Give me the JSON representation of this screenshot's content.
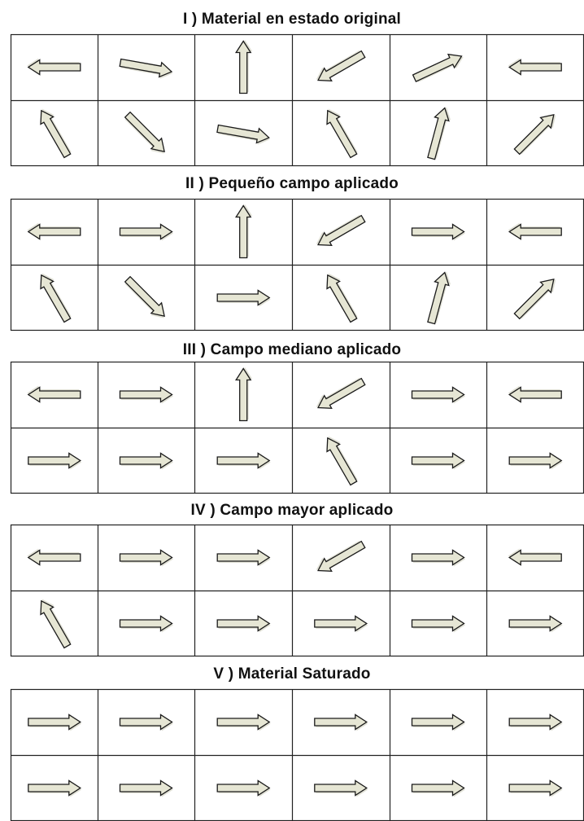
{
  "panels": [
    {
      "title": "I ) Material en estado original",
      "rows": [
        [
          180,
          10,
          270,
          150,
          335,
          180
        ],
        [
          240,
          45,
          10,
          240,
          285,
          315
        ]
      ]
    },
    {
      "title": "II ) Pequeño campo aplicado",
      "rows": [
        [
          180,
          0,
          270,
          150,
          0,
          180
        ],
        [
          240,
          45,
          0,
          240,
          285,
          315
        ]
      ]
    },
    {
      "title": "III ) Campo mediano aplicado",
      "rows": [
        [
          180,
          0,
          270,
          150,
          0,
          180
        ],
        [
          0,
          0,
          0,
          240,
          0,
          0
        ]
      ]
    },
    {
      "title": "IV ) Campo mayor aplicado",
      "rows": [
        [
          180,
          0,
          0,
          150,
          0,
          180
        ],
        [
          240,
          0,
          0,
          0,
          0,
          0
        ]
      ]
    },
    {
      "title": "V ) Material Saturado",
      "rows": [
        [
          0,
          0,
          0,
          0,
          0,
          0
        ],
        [
          0,
          0,
          0,
          0,
          0,
          0
        ]
      ]
    }
  ],
  "colors": {
    "arrow_fill": "#e6e6d4",
    "arrow_shade": "#c9c9b4",
    "arrow_stroke": "#1a1a1a",
    "grid_line": "#222222"
  }
}
